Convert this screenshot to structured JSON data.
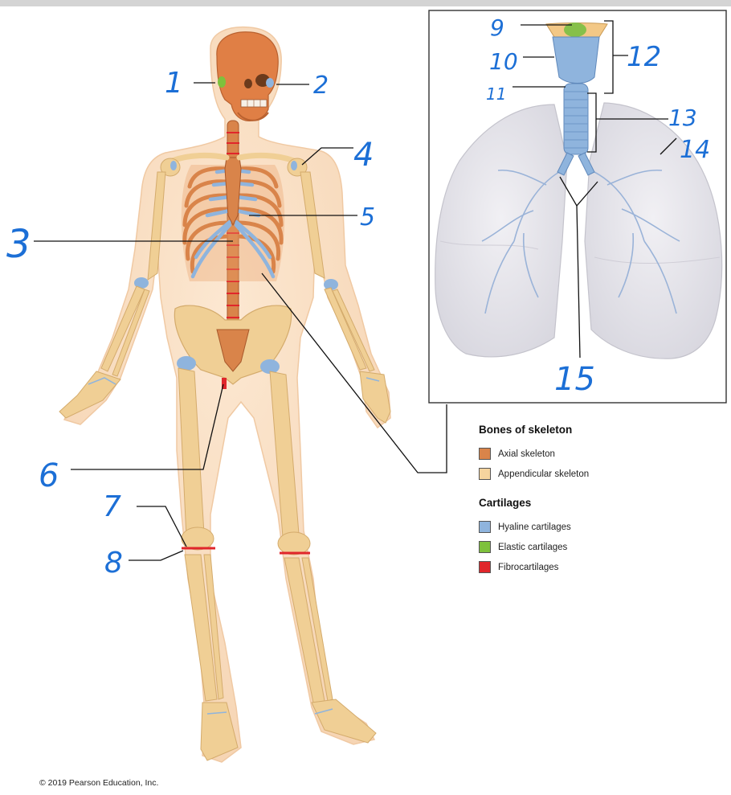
{
  "labels": {
    "n1": "1",
    "n2": "2",
    "n3": "3",
    "n4": "4",
    "n5": "5",
    "n6": "6",
    "n7": "7",
    "n8": "8",
    "n9": "9",
    "n10": "10",
    "n11": "11",
    "n12": "12",
    "n13": "13",
    "n14": "14",
    "n15": "15"
  },
  "legend": {
    "bones_heading": "Bones of skeleton",
    "axial": "Axial skeleton",
    "appendicular": "Appendicular skeleton",
    "cartilages_heading": "Cartilages",
    "hyaline": "Hyaline cartilages",
    "elastic": "Elastic cartilages",
    "fibro": "Fibrocartilages"
  },
  "colors": {
    "axial": "#d9844a",
    "appendicular": "#f6d49e",
    "hyaline": "#8fb4dd",
    "elastic": "#7ec13c",
    "fibro": "#e0262b",
    "body_skin": "#f9dfc4",
    "lung": "#e4e4ea"
  },
  "copyright": "© 2019 Pearson Education, Inc."
}
